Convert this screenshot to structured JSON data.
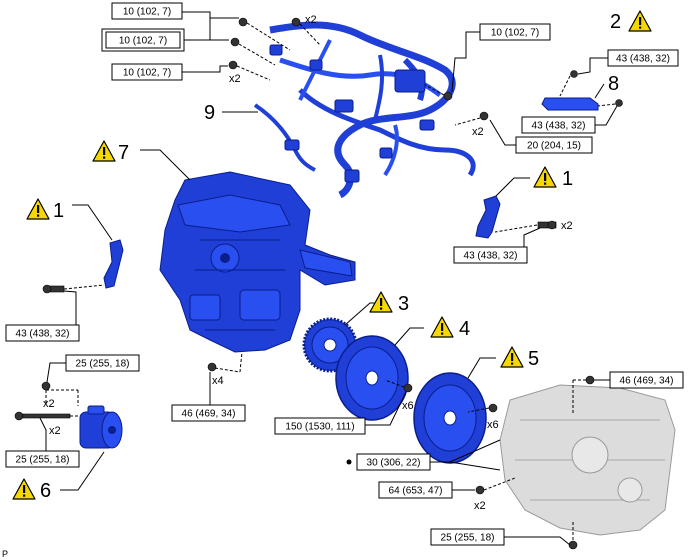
{
  "torques": {
    "t1": "10 (102, 7)",
    "t2": "10 (102, 7)",
    "t3": "10 (102, 7)",
    "t4": "10 (102, 7)",
    "t5": "43 (438, 32)",
    "t6": "43 (438, 32)",
    "t7": "20 (204, 15)",
    "t8": "43 (438, 32)",
    "t9": "43 (438, 32)",
    "t10": "25 (255, 18)",
    "t11": "25 (255, 18)",
    "t12": "46 (469, 34)",
    "t13": "150 (1530, 111)",
    "t14": "46 (469, 34)",
    "t15": "30 (306, 22)",
    "t16": "64 (653, 47)",
    "t17": "25 (255, 18)"
  },
  "multipliers": {
    "m1": "x2",
    "m2": "x2",
    "m3": "x2",
    "m4": "x2",
    "m5": "x2",
    "m6": "x2",
    "m7": "x4",
    "m8": "x6",
    "m9": "x6",
    "m10": "x2"
  },
  "callouts": {
    "c1": "2",
    "c2": "8",
    "c3": "9",
    "c4": "7",
    "c5": "1",
    "c6": "1",
    "c7": "3",
    "c8": "4",
    "c9": "5",
    "c10": "6"
  },
  "footer": {
    "code": "P"
  },
  "colors": {
    "part_blue": "#1f3fd6",
    "warning_yellow": "#f5d800",
    "transaxle_grey": "#dcdcdc"
  }
}
